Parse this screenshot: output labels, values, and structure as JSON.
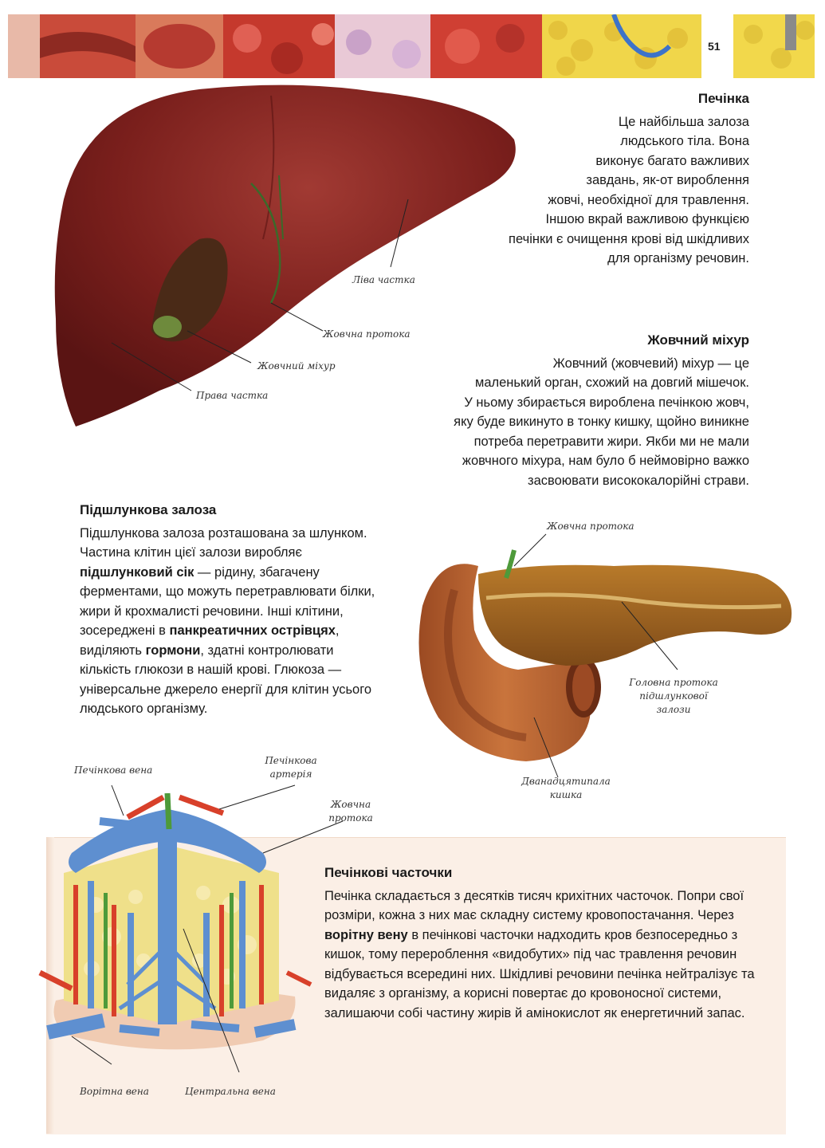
{
  "page_number": "51",
  "liver": {
    "title": "Печінка",
    "lines": [
      "Це найбільша залоза",
      "людського тіла. Вона",
      "виконує багато важливих",
      "завдань, як-от вироблення",
      "жовчі, необхідної для травлення.",
      "Іншою вкрай важливою функцією",
      "печінки є очищення крові від шкідливих",
      "для організму речовин."
    ],
    "labels": {
      "left_lobe": "Ліва частка",
      "bile_duct": "Жовчна протока",
      "gallbladder": "Жовчний міхур",
      "right_lobe": "Права частка"
    }
  },
  "gallbladder": {
    "title": "Жовчний міхур",
    "lines": [
      "Жовчний (жовчевий) міхур — це",
      "маленький орган, схожий на довгий мішечок.",
      "У ньому збирається вироблена печінкою жовч,",
      "яку буде викинуто в тонку кишку, щойно виникне",
      "потреба перетравити жири. Якби ми не мали",
      "жовчного міхура, нам було б неймовірно важко",
      "засвоювати висококалорійні страви."
    ]
  },
  "pancreas": {
    "title": "Підшлункова залоза",
    "segments": [
      {
        "t": "Підшлункова залоза розташована за шлунком. Частина клітин цієї залози виробляє ",
        "b": false
      },
      {
        "t": "підшлунковий сік",
        "b": true
      },
      {
        "t": " — рідину, збагачену ферментами, що можуть перетравлювати білки, жири й крохмалисті речовини. Інші клітини, зосереджені в ",
        "b": false
      },
      {
        "t": "панкреатичних острівцях",
        "b": true
      },
      {
        "t": ", виділяють ",
        "b": false
      },
      {
        "t": "гормони",
        "b": true
      },
      {
        "t": ", здатні контролювати кількість глюкози в нашій крові. Глюкоза — універсальне джерело енергії для клітин усього людського організму.",
        "b": false
      }
    ],
    "labels": {
      "bile_duct": "Жовчна протока",
      "main_duct_1": "Головна протока",
      "main_duct_2": "підшлункової",
      "main_duct_3": "залози",
      "duodenum_1": "Дванадцятипала",
      "duodenum_2": "кишка"
    }
  },
  "lobules": {
    "title": "Печінкові часточки",
    "segments": [
      {
        "t": "Печінка складається з десятків тисяч крихітних часточок. Попри свої розміри, кожна з них має складну систему кровопостачання. Через ",
        "b": false
      },
      {
        "t": "ворітну вену",
        "b": true
      },
      {
        "t": " в печінкові часточки надходить кров безпосередньо з кишок, тому перероблення «видобутих» під час травлення речовин відбувається всередині них. Шкідливі речовини печінка нейтралізує та видаляє з організму, а корисні повертає до кровоносної системи, залишаючи собі частину жирів й амінокислот як енергетичний запас.",
        "b": false
      }
    ],
    "labels": {
      "hepatic_vein": "Печінкова вена",
      "hepatic_artery_1": "Печінкова",
      "hepatic_artery_2": "артерія",
      "bile_duct_1": "Жовчна",
      "bile_duct_2": "протока",
      "portal_vein": "Ворітна вена",
      "central_vein": "Центральна вена"
    }
  },
  "colors": {
    "liver": "#7a1f1c",
    "liver_highlight": "#a13a33",
    "gallbladder": "#5a3a1c",
    "pancreas": "#9a5a1e",
    "duodenum": "#b5602e",
    "vein_blue": "#5e8fd0",
    "artery_red": "#d8402a",
    "bile_green": "#4e9a3a",
    "box_bg": "#fbefe6"
  }
}
